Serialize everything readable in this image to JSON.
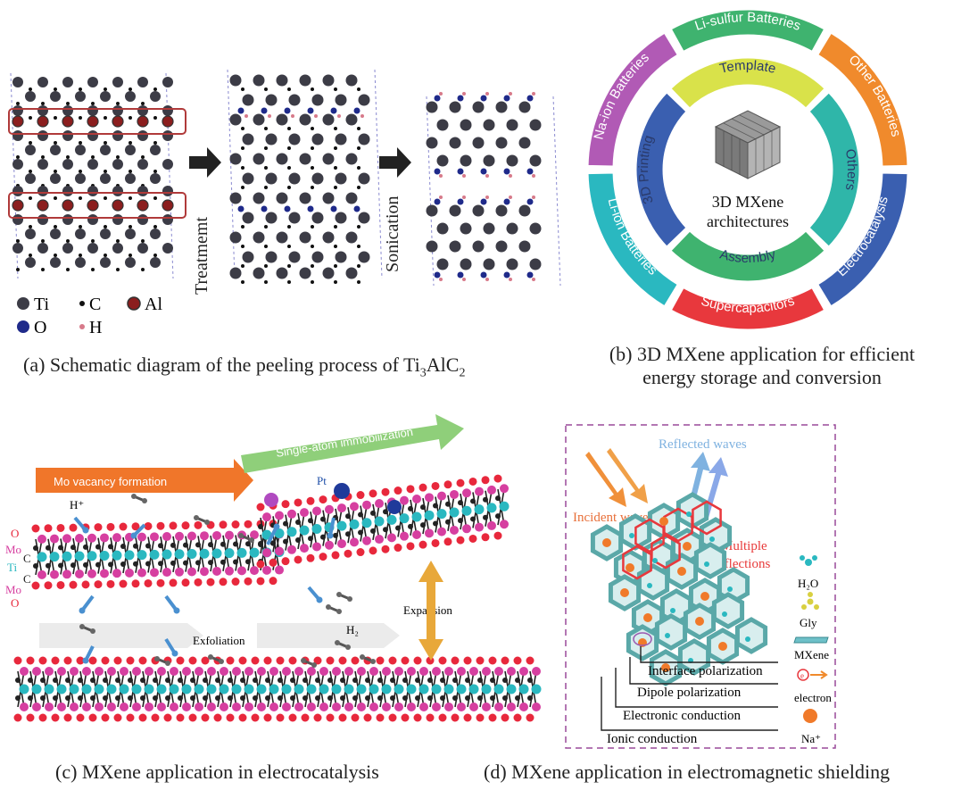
{
  "panel_a": {
    "caption_prefix": "(a) Schematic diagram of the peeling process of Ti",
    "caption_sub1": "3",
    "caption_mid": "AlC",
    "caption_sub2": "2",
    "step1_label": "Treatmemt",
    "step2_label": "Sonication",
    "legend": [
      {
        "symbol": "Ti",
        "label": "Ti",
        "color": "#3c3c46"
      },
      {
        "symbol": "C",
        "label": "C",
        "color": "#111111"
      },
      {
        "symbol": "Al",
        "label": "Al",
        "color": "#8b1e1e"
      },
      {
        "symbol": "O",
        "label": "O",
        "color": "#1f2a8a"
      },
      {
        "symbol": "H",
        "label": "H",
        "color": "#d77a8a"
      }
    ]
  },
  "panel_b": {
    "caption_line1": "(b) 3D MXene application for efficient",
    "caption_line2": "energy storage and conversion",
    "center_line1": "3D MXene",
    "center_line2": "architectures",
    "outer_ring": [
      {
        "label": "Li-sulfur Batteries",
        "color": "#3fb36f"
      },
      {
        "label": "Other Batteries",
        "color": "#f08a2c"
      },
      {
        "label": "Electrocatalysis",
        "color": "#3a5fb0"
      },
      {
        "label": "Supercapacitors",
        "color": "#e8383d"
      },
      {
        "label": "Li-ion Batteries",
        "color": "#2ab8c0"
      },
      {
        "label": "Na-ion Batteries",
        "color": "#b15ab5"
      }
    ],
    "inner_ring": [
      {
        "label": "Template",
        "color": "#d9e24a"
      },
      {
        "label": "Others",
        "color": "#2fb6a9"
      },
      {
        "label": "Assembly",
        "color": "#3fb36f"
      },
      {
        "label": "3D Printing",
        "color": "#3a5fb0"
      }
    ]
  },
  "panel_c": {
    "caption": "(c) MXene application in electrocatalysis",
    "arrow_vacancy": "Mo vacancy formation",
    "arrow_single_atom": "Single-atom immobiiization",
    "label_h_plus": "H⁺",
    "label_pt": "Pt",
    "label_exfoliation": "Exfoliation",
    "label_h2": "H₂",
    "label_expansion": "Expansion",
    "layer_labels": [
      "O",
      "Mo",
      "C",
      "Ti",
      "C",
      "Mo",
      "O"
    ],
    "layer_colors": {
      "O": "#e8283c",
      "Mo": "#d63fa0",
      "Ti": "#2ab8c0",
      "C": "#222222"
    }
  },
  "panel_d": {
    "caption": "(d) MXene application in electromagnetic shielding",
    "reflected_waves": "Reflected waves",
    "incident_waves": "Incident waves",
    "multiple_reflections_1": "Multiple",
    "multiple_reflections_2": "reflections",
    "mechanisms": [
      "Interface polarization",
      "Dipole polarization",
      "Electronic conduction",
      "Ionic conduction"
    ],
    "legend": [
      {
        "label": "H₂O"
      },
      {
        "label": "Gly"
      },
      {
        "label": "MXene"
      },
      {
        "label": "electron"
      },
      {
        "label": "Na⁺"
      }
    ]
  }
}
